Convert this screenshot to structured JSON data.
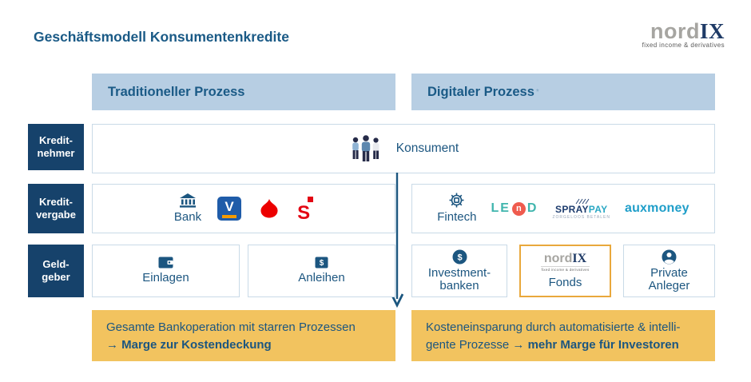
{
  "title": "Geschäftsmodell Konsumentenkredite",
  "logo": {
    "gray": "nord",
    "blue": "IX",
    "tagline": "fixed income & derivatives"
  },
  "headers": {
    "traditional": "Traditioneller Prozess",
    "digital": "Digitaler Prozess",
    "digital_footnote": "*"
  },
  "row_labels": {
    "kreditnehmer": [
      "Kredit-",
      "nehmer"
    ],
    "kreditvergabe": [
      "Kredit-",
      "vergabe"
    ],
    "geldgeber": [
      "Geld-",
      "geber"
    ]
  },
  "kreditnehmer_row": {
    "consumer_label": "Konsument"
  },
  "kreditvergabe_row": {
    "traditional": {
      "bank_label": "Bank",
      "volksbank_letter": "V",
      "sparkasse_letter": "S"
    },
    "digital": {
      "fintech_label": "Fintech",
      "lend": {
        "le": "LE",
        "n": "n",
        "d": "D"
      },
      "spraypay": {
        "spray": "SPRAY",
        "pay": "PAY",
        "tagline": "ZORGELOOS BETALEN"
      },
      "auxmoney": "auxmoney"
    }
  },
  "geldgeber_row": {
    "traditional": {
      "einlagen": "Einlagen",
      "anleihen": "Anleihen"
    },
    "digital": {
      "investmentbanken": [
        "Investment-",
        "banken"
      ],
      "fonds": {
        "logo_gray": "nord",
        "logo_blue": "IX",
        "logo_tagline": "fixed income & derivatives",
        "label": "Fonds"
      },
      "private_anleger": [
        "Private",
        "Anleger"
      ]
    }
  },
  "outcomes": {
    "traditional": {
      "line1": "Gesamte Bankoperation mit starren Prozessen",
      "line2_bold": "→ Marge zur Kostendeckung"
    },
    "digital": {
      "line1": "Kosteneinsparung durch automatisierte & intelli-",
      "line2_normal": "gente Prozesse → ",
      "line2_bold": "mehr Marge für Investoren"
    }
  },
  "icons": {
    "people_group": "people-group-icon",
    "bank_building": "bank-building-icon",
    "fintech_chip": "chip-gear-icon",
    "wallet": "wallet-icon",
    "banknote": "banknote-icon",
    "dollar_circle": "dollar-circle-icon",
    "person_circle": "person-circle-icon",
    "down_arrow": "down-arrow-icon"
  },
  "colors": {
    "navy_text": "#1C5680",
    "label_box": "#16426B",
    "header_blue": "#B7CEE3",
    "box_border": "#C9DAE7",
    "outcome_yellow": "#F2C35F",
    "fonds_border": "#E9A83C",
    "santander_red": "#EC0000",
    "sparkasse_red": "#E30613",
    "volksbank_blue": "#1F5CA9",
    "volksbank_orange": "#F59B00",
    "lend_teal": "#3FB5AD",
    "lend_red": "#EF5B4E",
    "spraypay_navy": "#1D3C6E",
    "spraypay_teal": "#2BA8C4",
    "auxmoney_teal": "#1F9EC9"
  }
}
